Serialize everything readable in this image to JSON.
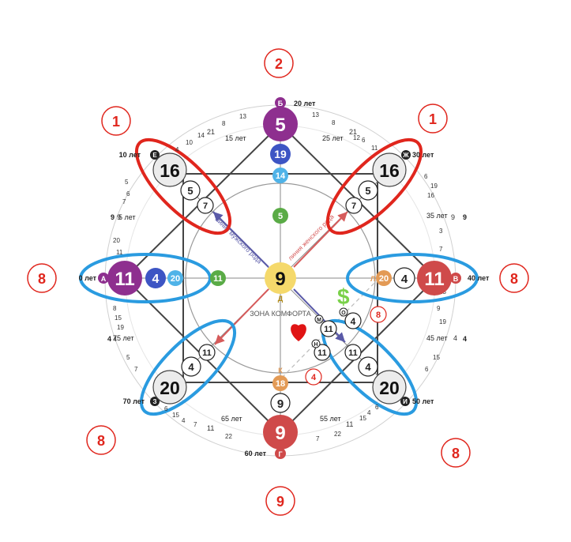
{
  "outer_labels": {
    "top": "2",
    "top_left": "1",
    "top_right": "1",
    "left": "8",
    "right": "8",
    "bottom_left": "8",
    "bottom_right": "8",
    "bottom": "9"
  },
  "center": {
    "value": "9",
    "letter": "Д"
  },
  "comfort_zone": "ЗОНА КОМФОРТА",
  "line_male": "линия мужского рода",
  "line_female": "линия женского рода",
  "points": {
    "A": {
      "letter": "А",
      "big": "11",
      "mid": "4",
      "small": "20",
      "inner": "11",
      "age": "0 лет"
    },
    "B": {
      "letter": "Б",
      "big": "5",
      "mid": "19",
      "small": "14",
      "inner": "5",
      "age": "20 лет"
    },
    "V": {
      "letter": "В",
      "big": "11",
      "mid": "4",
      "small": "20",
      "age": "40 лет"
    },
    "G": {
      "letter": "Г",
      "big": "9",
      "mid": "9",
      "small": "18",
      "age": "60 лет"
    },
    "E": {
      "letter": "Е",
      "big": "16",
      "mid": "5",
      "small": "7",
      "age": "10 лет"
    },
    "Zh": {
      "letter": "Ж",
      "big": "16",
      "mid": "5",
      "small": "7",
      "age": "30 лет"
    },
    "I": {
      "letter": "И",
      "big": "20",
      "mid": "4",
      "small": "11",
      "age": "50 лет"
    },
    "Z": {
      "letter": "З",
      "big": "20",
      "mid": "4",
      "small": "11",
      "age": "70 лет"
    }
  },
  "extra": {
    "k_letter": "К",
    "l_letter": "Л",
    "m_letter": "М",
    "n_letter": "Н",
    "o_letter": "О",
    "o_value": "4",
    "m_value": "11",
    "n_value": "11",
    "red_four": "4",
    "red_eight": "8",
    "dollar": "$"
  },
  "age_ring": {
    "ages": [
      "5 лет",
      "15 лет",
      "25 лет",
      "35 лет",
      "45 лет",
      "55 лет",
      "65 лет",
      "75 лет"
    ],
    "top_left_values": [
      "21",
      "8",
      "13",
      "10",
      "4",
      "14"
    ],
    "top_right_values": [
      "13",
      "8",
      "21",
      "6",
      "11",
      "12"
    ],
    "right_upper_values": [
      "6",
      "16",
      "9",
      "3",
      "7",
      "19"
    ],
    "right_lower_values": [
      "9",
      "13",
      "19",
      "4",
      "15",
      "6"
    ],
    "bottom_right_values": [
      "11",
      "4",
      "15",
      "22",
      "7",
      "6"
    ],
    "bottom_left_values": [
      "11",
      "22",
      "15",
      "4",
      "6",
      "7"
    ],
    "left_lower_values": [
      "8",
      "15",
      "19",
      "4",
      "5",
      "7"
    ],
    "left_upper_values": [
      "9",
      "20",
      "11",
      "6",
      "5",
      "7"
    ],
    "side_nine_left": "9",
    "side_nine_right": "9",
    "side_four_left": "4",
    "side_four_right": "4"
  },
  "colors": {
    "purple": "#8e2f8f",
    "blue": "#3d55c4",
    "light_blue": "#4fb3e8",
    "green": "#5aab46",
    "yellow": "#f5d96b",
    "red_ball": "#cf4a4a",
    "orange": "#e39a55",
    "grey_ball": "#ececec",
    "red_ellipse": "#e0261d",
    "blue_ellipse": "#2a9be0",
    "heart": "#e01414",
    "dollar": "#7ad14a"
  }
}
